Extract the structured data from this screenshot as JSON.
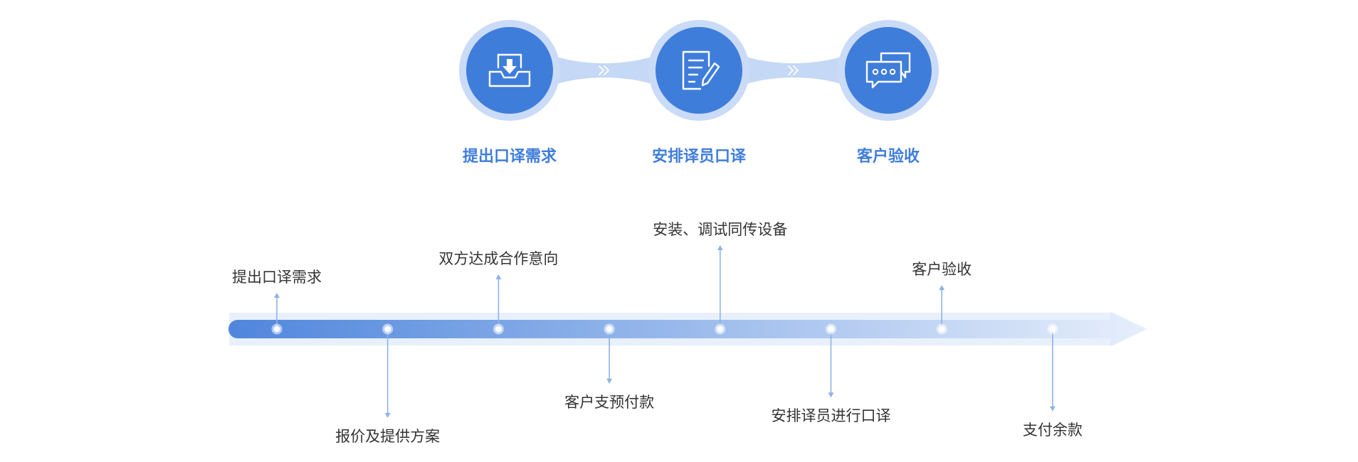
{
  "colors": {
    "circle_fill": "#3f7ddb",
    "circle_ring": "#c9dbf6",
    "connector": "#c5d8f5",
    "chevron": "#ffffff",
    "step_text": "#3f7ddb",
    "track_shadow": "#e8f0fc",
    "track_start": "#4f86dc",
    "track_end": "#e6eefb",
    "stem": "#8fb2e8",
    "milestone_text": "#333333"
  },
  "process_steps": [
    {
      "label": "提出口译需求",
      "icon": "inbox-download-icon"
    },
    {
      "label": "安排译员口译",
      "icon": "document-pen-icon"
    },
    {
      "label": "客户验收",
      "icon": "chat-bubbles-icon"
    }
  ],
  "timeline": {
    "milestones": [
      {
        "label": "提出口译需求",
        "side": "above",
        "reach": 0.38
      },
      {
        "label": "报价及提供方案",
        "side": "below",
        "reach": 1.0
      },
      {
        "label": "双方达成合作意向",
        "side": "above",
        "reach": 0.62
      },
      {
        "label": "客户支预付款",
        "side": "below",
        "reach": 0.58
      },
      {
        "label": "安装、调试同传设备",
        "side": "above",
        "reach": 1.0
      },
      {
        "label": "安排译员进行口译",
        "side": "below",
        "reach": 0.75
      },
      {
        "label": "客户验收",
        "side": "above",
        "reach": 0.48
      },
      {
        "label": "支付余款",
        "side": "below",
        "reach": 0.92
      }
    ]
  }
}
